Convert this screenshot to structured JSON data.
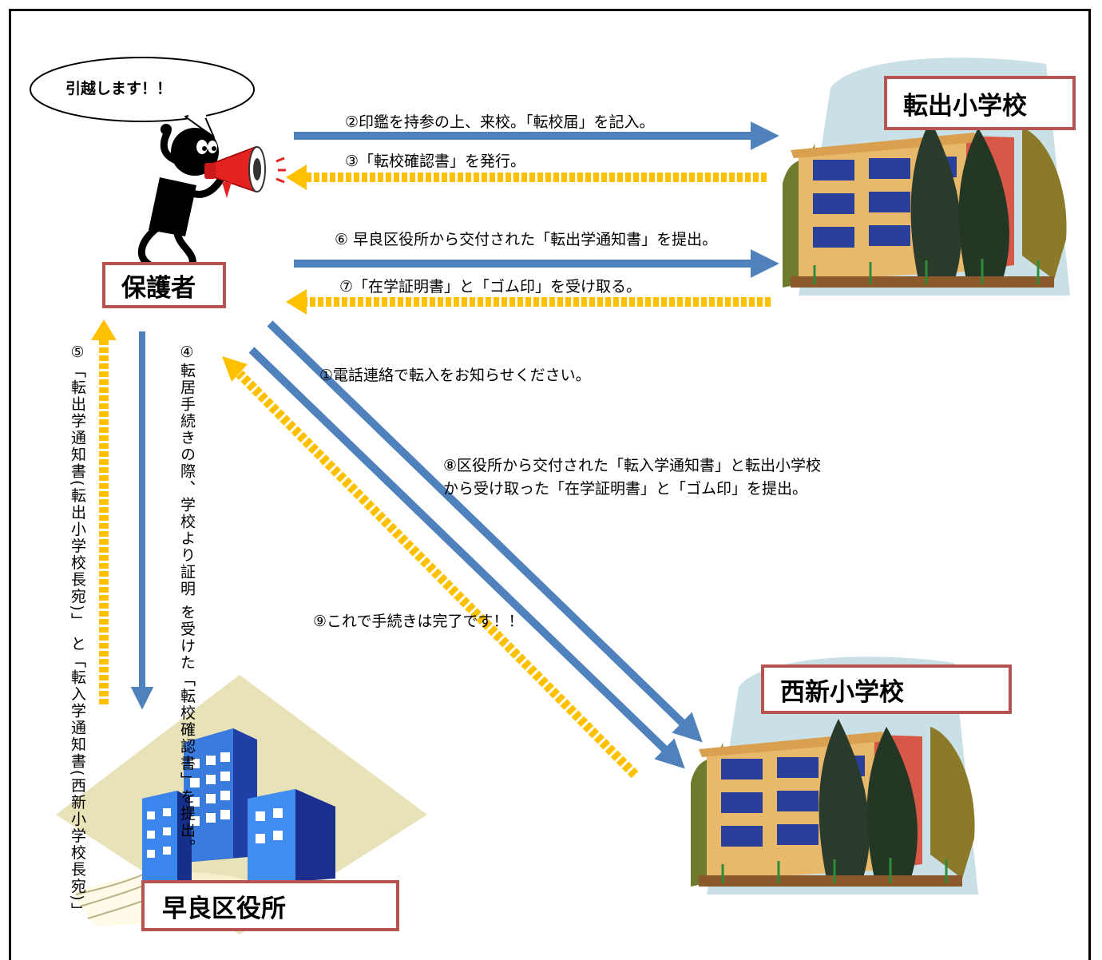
{
  "speech_bubble": {
    "text": "引越します！！"
  },
  "nodes": {
    "guardian": "保護者",
    "transfer_out_school": "転出小学校",
    "nishijin_school": "西新小学校",
    "ward_office": "早良区役所"
  },
  "steps": {
    "s1": "①電話連絡で転入をお知らせください。",
    "s2": "②印鑑を持参の上、来校。「転校届」を記入。",
    "s3": "③「転校確認書」を発行。",
    "s4_line1": "④転居手続きの際、学校より証明",
    "s4_line2": "を受けた「転校確認書」を提出。",
    "s5_line1": "⑤「転出学通知書(転出小学校長宛)」",
    "s5_line2": "と「転入学通知書(西新小学校長宛)」",
    "s6": "⑥ 早良区役所から交付された「転出学通知書」を提出。",
    "s7": "⑦「在学証明書」と「ゴム印」を受け取る。",
    "s8_line1": "⑧区役所から交付された「転入学通知書」と転出小学校",
    "s8_line2": "から受け取った「在学証明書」と「ゴム印」を提出。",
    "s9": "⑨これで手続きは完了です！！"
  },
  "colors": {
    "blue_arrow": "#4f81bd",
    "yellow_arrow": "#ffc000",
    "box_border": "#b85450",
    "frame": "#000000"
  },
  "icons": [
    "megaphone-person-icon",
    "school-building-icon",
    "office-building-icon"
  ]
}
